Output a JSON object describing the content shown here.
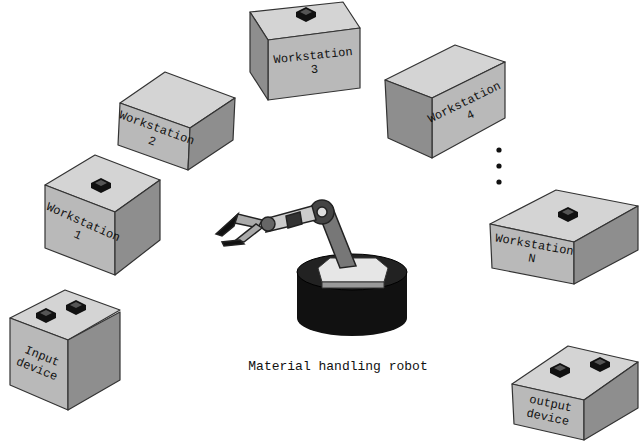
{
  "diagram": {
    "nodes": [
      {
        "text": [
          "Workstation 3"
        ]
      },
      {
        "text": [
          "Workstation 2"
        ]
      },
      {
        "text": [
          "Workstation 4"
        ]
      },
      {
        "text": [
          "Workstation 1"
        ]
      },
      {
        "text": [
          "Workstation N"
        ]
      },
      {
        "text": [
          "Input device"
        ]
      },
      {
        "text": [
          "output device"
        ]
      }
    ],
    "labels": [
      "Material handling robot"
    ]
  }
}
